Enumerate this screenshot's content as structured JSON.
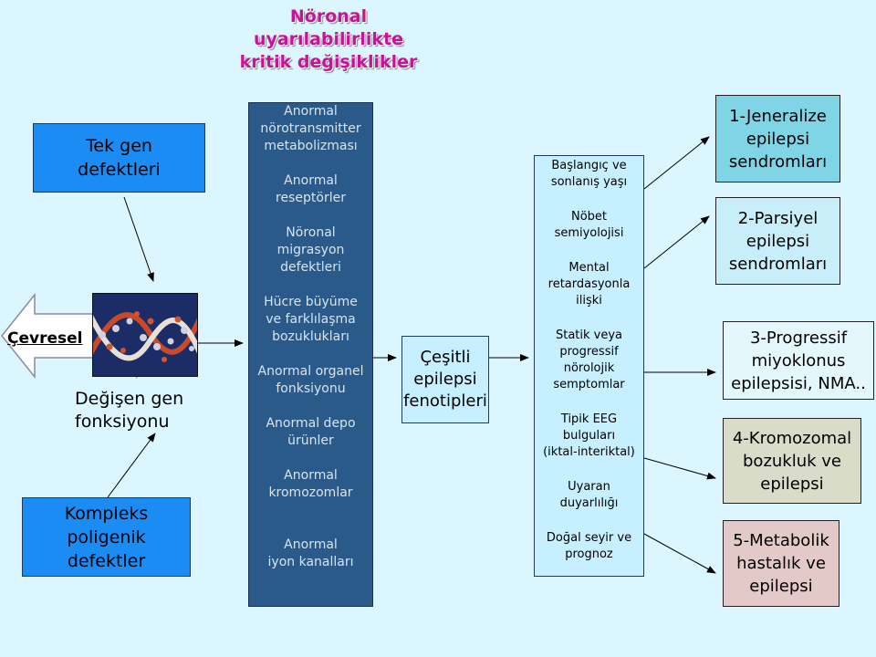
{
  "title": {
    "lines": [
      "Nöronal",
      "uyarılabilirlikte",
      "kritik değişiklikler"
    ]
  },
  "left": {
    "single_gene": [
      "Tek gen",
      "defektleri"
    ],
    "environmental": "Çevresel",
    "altered_gene": [
      "Değişen gen",
      "fonksiyonu"
    ],
    "complex": [
      "Kompleks poligenik",
      "defektler"
    ]
  },
  "mechanisms": [
    "Anormal\nnörotransmitter\nmetabolizması",
    "Anormal\nreseptörler",
    "Nöronal\nmigrasyon\ndefektleri",
    "Hücre büyüme\nve farklılaşma\nbozuklukları",
    "Anormal organel\nfonksiyonu",
    "Anormal depo\nürünler",
    "Anormal\nkromozomlar",
    "Anormal\niyon kanalları"
  ],
  "phenotypes": [
    "Çeşitli",
    "epilepsi",
    "fenotipleri"
  ],
  "features": [
    "Başlangıç ve\nsonlanış yaşı",
    "Nöbet\nsemiyolojisi",
    "Mental\nretardasyonla\nilişki",
    "Statik veya\nprogressif\nnörolojik\nsemptomlar",
    "Tipik EEG\nbulguları\n(iktal-interiktal)",
    "Uyaran\nduyarlılığı",
    "Doğal seyir ve\nprognoz"
  ],
  "outcomes": [
    {
      "lines": [
        "1-Jeneralize",
        "epilepsi",
        "sendromları"
      ],
      "color": "#7fd4e6"
    },
    {
      "lines": [
        "2-Parsiyel",
        "epilepsi",
        "sendromları"
      ],
      "color": "#c8eefa"
    },
    {
      "lines": [
        "3-Progressif",
        "miyoklonus",
        "epilepsisi, NMA.."
      ],
      "color": "#e4f8fc"
    },
    {
      "lines": [
        "4-Kromozomal",
        "bozukluk ve",
        "epilepsi"
      ],
      "color": "#d8dcc8"
    },
    {
      "lines": [
        "5-Metabolik",
        "hastalık ve",
        "epilepsi"
      ],
      "color": "#e4c9c9"
    }
  ],
  "colors": {
    "background": "#dbf6ff",
    "title": "#cc1199",
    "blue_box": "#1a8cf4",
    "mechanism_column": "#2a5a8a"
  }
}
